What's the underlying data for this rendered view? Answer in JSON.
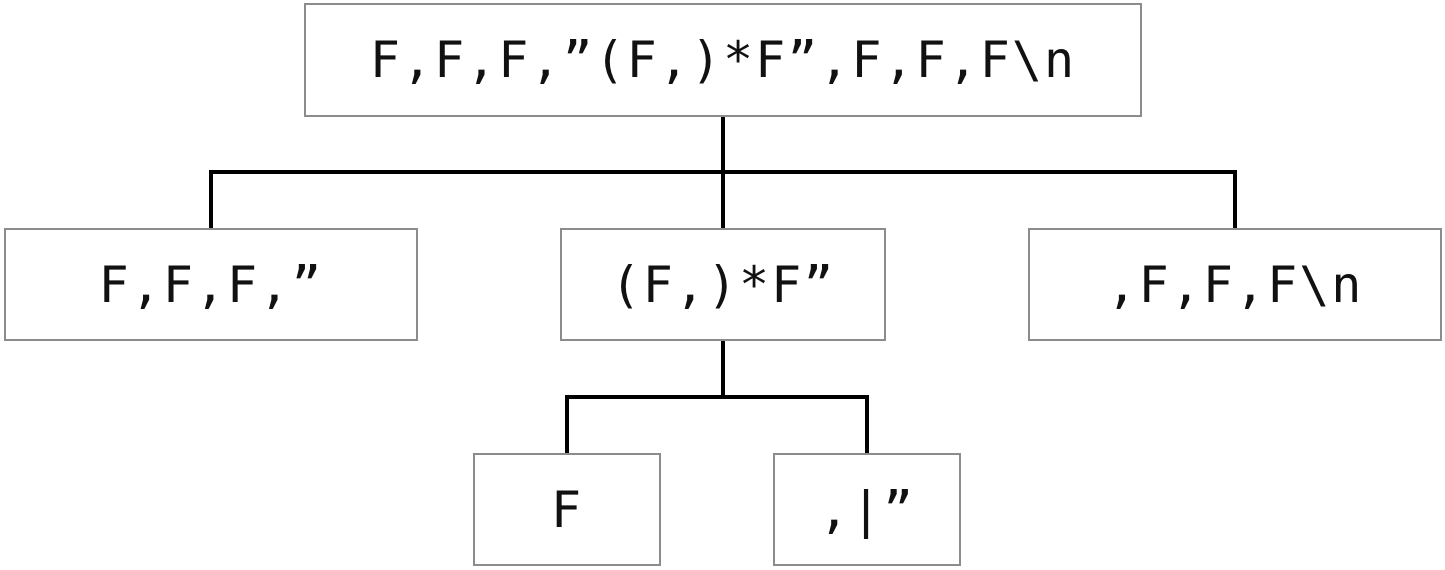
{
  "diagram": {
    "type": "tree",
    "colors": {
      "box_border": "#8c8c8c",
      "connector": "#000000",
      "text": "#111111",
      "background": "#ffffff"
    },
    "nodes": {
      "root": "F,F,F,”(F,)*F”,F,F,F\\n",
      "left": "F,F,F,”",
      "middle": "(F,)*F”",
      "right": ",F,F,F\\n",
      "middle_child_left": "F",
      "middle_child_right": ",|”"
    },
    "edges": [
      [
        "root",
        "left"
      ],
      [
        "root",
        "middle"
      ],
      [
        "root",
        "right"
      ],
      [
        "middle",
        "middle_child_left"
      ],
      [
        "middle",
        "middle_child_right"
      ]
    ]
  }
}
